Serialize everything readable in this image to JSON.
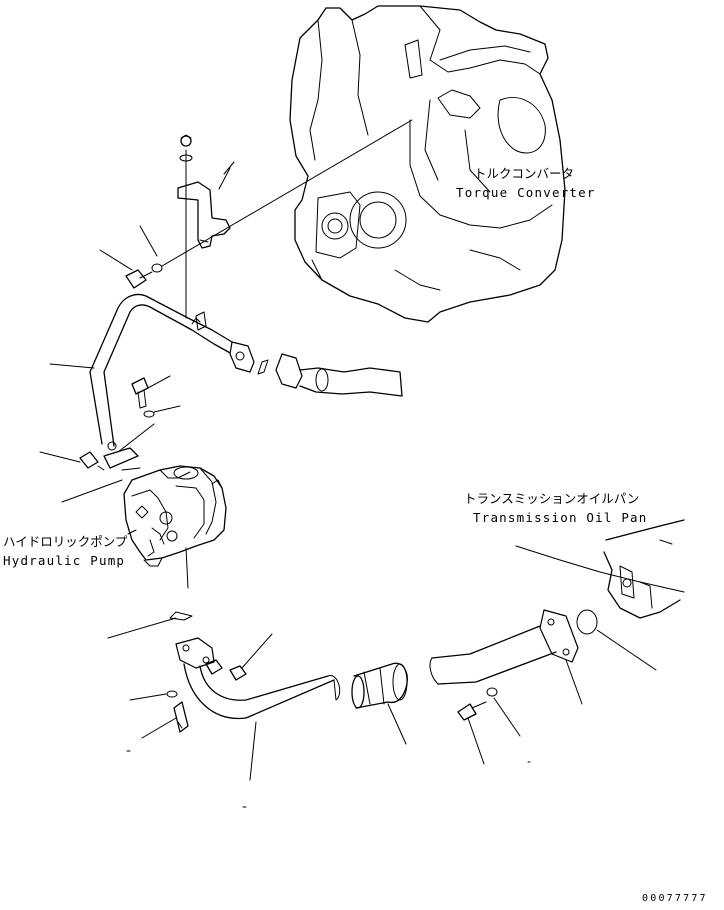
{
  "labels": {
    "torque_converter_jp": "トルクコンバータ",
    "torque_converter_en": "Torque Converter",
    "transmission_oil_pan_jp": "トランスミッションオイルパン",
    "transmission_oil_pan_en": "Transmission Oil Pan",
    "hydraulic_pump_jp": "ハイドロリックポンプ",
    "hydraulic_pump_en": "Hydraulic Pump"
  },
  "drawing_code": "00077777"
}
